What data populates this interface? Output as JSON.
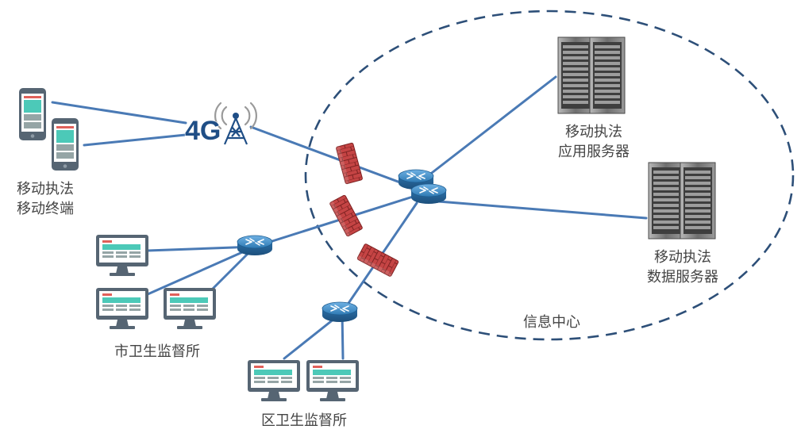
{
  "labels": {
    "mobile_terminal_line1": "移动执法",
    "mobile_terminal_line2": "移动终端",
    "signal": "4G",
    "app_server_line1": "移动执法",
    "app_server_line2": "应用服务器",
    "db_server_line1": "移动执法",
    "db_server_line2": "数据服务器",
    "info_center": "信息中心",
    "city_office": "市卫生监督所",
    "district_office": "区卫生监督所"
  },
  "colors": {
    "link": "#4a7ab5",
    "boundary": "#2d4f78",
    "router": "#2f7ab3",
    "firewall": "#b93a3a",
    "server": "#8a8a8a",
    "monitor_frame": "#566573",
    "phone_frame": "#566573",
    "screen_red": "#e0605a",
    "screen_teal": "#4cc9b8",
    "screen_gray": "#95a5a6",
    "label": "#444444"
  },
  "icons": [
    "phone-icon",
    "cell-tower-icon",
    "router-icon",
    "firewall-icon",
    "server-rack-icon",
    "monitor-icon"
  ]
}
